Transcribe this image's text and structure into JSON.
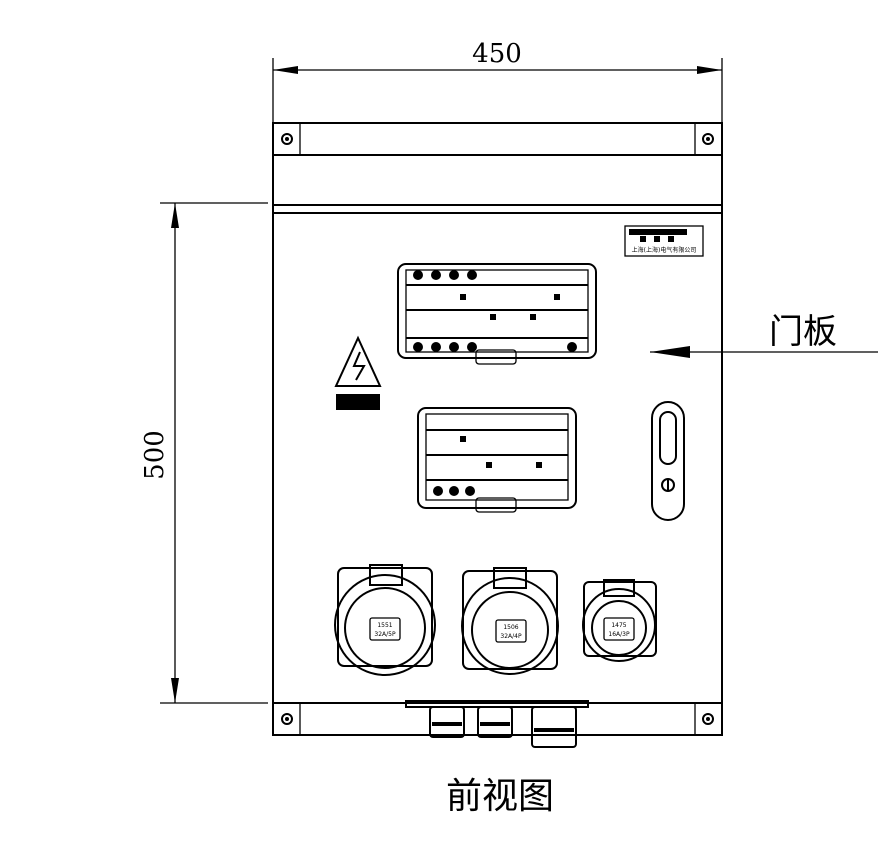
{
  "dimensions": {
    "width": "450",
    "height": "500"
  },
  "callout": {
    "label": "门板"
  },
  "title": "前视图",
  "nameplate": {
    "text": "上海(上海)电气有限公司"
  },
  "sockets": [
    {
      "code": "1551",
      "rating": "32A/5P"
    },
    {
      "code": "1506",
      "rating": "32A/4P"
    },
    {
      "code": "1475",
      "rating": "16A/3P"
    }
  ]
}
